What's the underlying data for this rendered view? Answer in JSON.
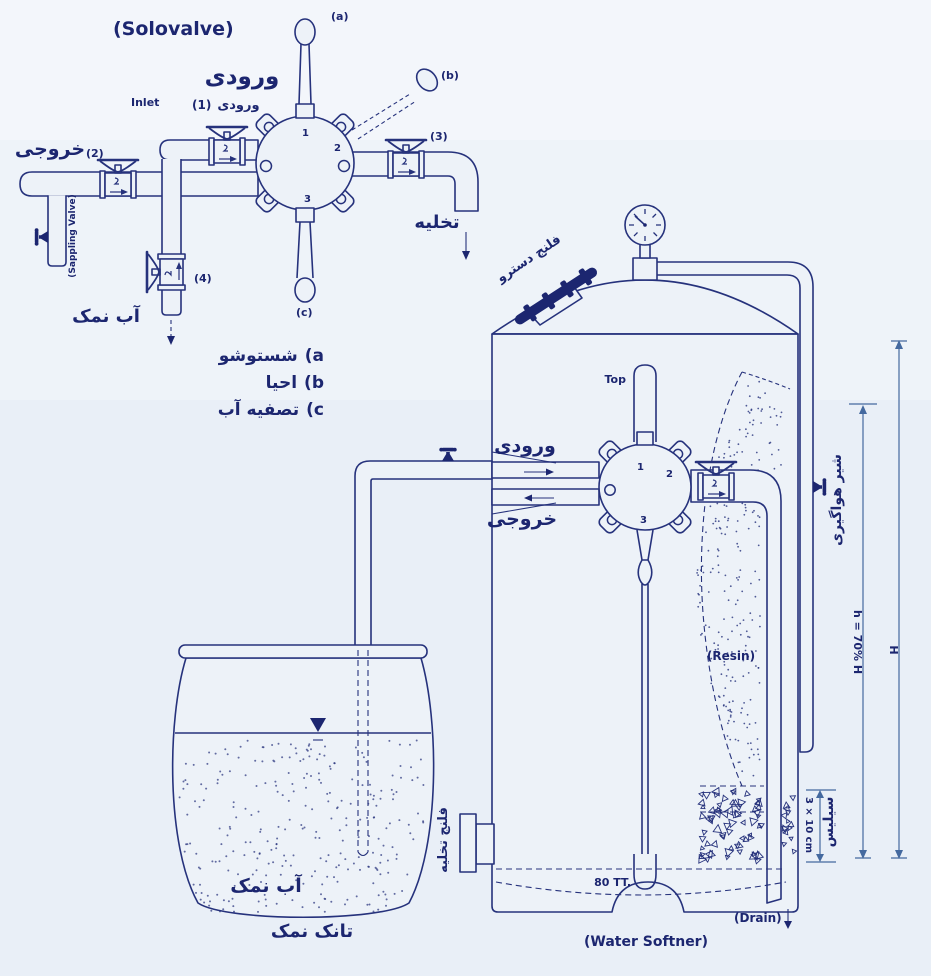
{
  "colors": {
    "ink": "#26327c",
    "ink_text": "#1c2670",
    "paper": "#edf2f8",
    "dim": "#44699f"
  },
  "top": {
    "title": "(Solovalve)",
    "handle_a": "(a)",
    "handle_b": "(b)",
    "handle_c": "(c)",
    "inlet_big": "ورودی",
    "inlet_en": "Inlet",
    "v1_num": "(1)",
    "v1_word": "ورودی",
    "v2_num": "(2)",
    "v2_word": "خروجی",
    "v3_num": "(3)",
    "v4_num": "(4)",
    "sampling": "(Sappling Valve)",
    "drain": "تخلیه",
    "brine": "آب نمک",
    "p1": "1",
    "p2": "2",
    "p3": "3",
    "legend": {
      "a_text": "شستوشو",
      "a_mark": "(a",
      "b_text": "احیا",
      "b_mark": "(b",
      "c_text": "تصفیه آب",
      "c_mark": "(c"
    }
  },
  "tank": {
    "handhole": "فلنج دسترو",
    "top_mark": "Top",
    "inlet": "ورودی",
    "outlet": "خروجی",
    "p1": "1",
    "p2": "2",
    "p3": "3",
    "air_valve": "شیر هواگیری",
    "resin": "(Resin)",
    "dim_h": "h = 70% H",
    "dim_H": "H",
    "dim_silica": "3 × 10 cm",
    "silica": "سیلیس",
    "drain_flange": "فلنج تخلیه",
    "strainer": "80 TT.",
    "drain": "(Drain)",
    "caption": "(Water Softner)"
  },
  "salt_tank": {
    "brine": "آب نمک",
    "label": "تانک نمک"
  }
}
